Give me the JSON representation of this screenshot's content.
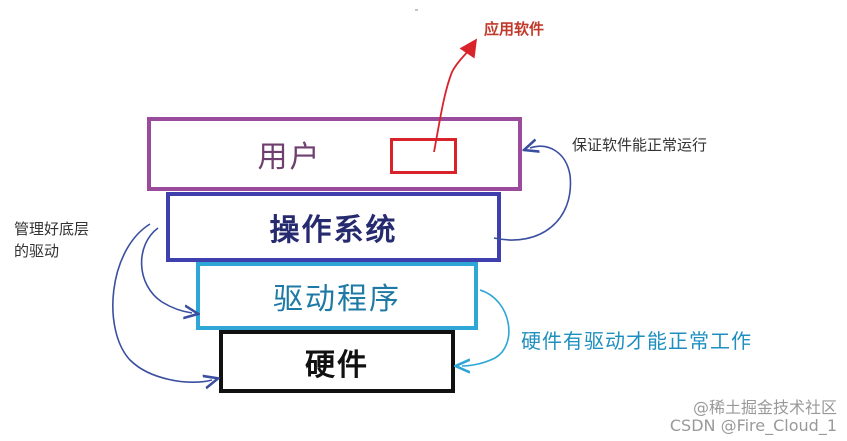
{
  "layers": {
    "user": "用户",
    "os": "操作系统",
    "driver": "驱动程序",
    "hardware": "硬件"
  },
  "annotations": {
    "application": "应用软件",
    "ensure_software": "保证软件能正常运行",
    "manage_line1": "管理好底层",
    "manage_line2": "的驱动",
    "hardware_driver": "硬件有驱动才能正常工作"
  },
  "watermark": {
    "line1": "@稀土掘金技术社区",
    "line2": "CSDN @Fire_Cloud_1"
  },
  "colors": {
    "user_border": "#9b4b9b",
    "os_border": "#3f3fae",
    "driver_border": "#2ea6d6",
    "hardware_border": "#111111",
    "app_highlight": "#d8232a",
    "arrow_blue": "#3b4fa0",
    "arrow_red": "#d8232a"
  }
}
